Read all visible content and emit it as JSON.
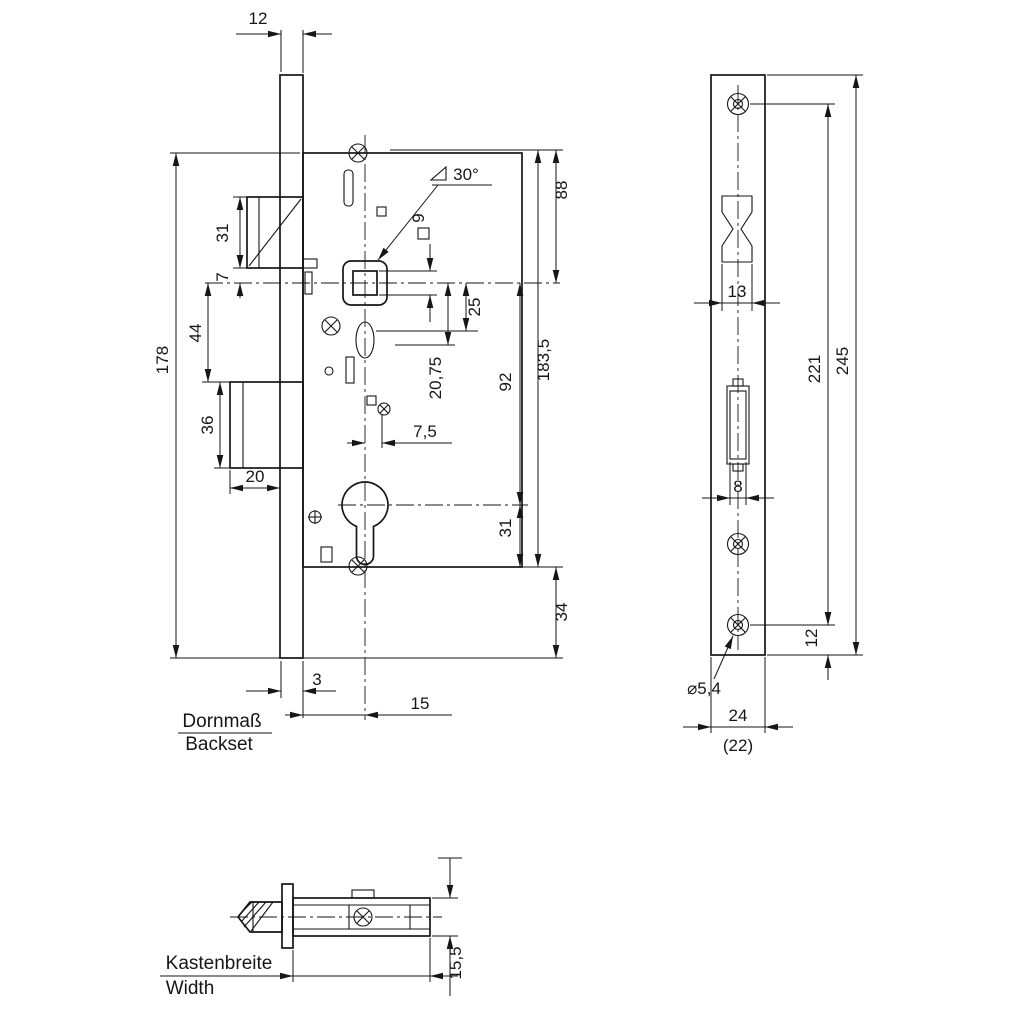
{
  "front_view": {
    "dim_12": "12",
    "dim_31_left": "31",
    "dim_7": "7",
    "dim_44": "44",
    "dim_36": "36",
    "dim_178": "178",
    "dim_20": "20",
    "dim_angle": "30°",
    "dim_square9": "9",
    "dim_88": "88",
    "dim_25": "25",
    "dim_2075": "20,75",
    "dim_92": "92",
    "dim_1835": "183,5",
    "dim_31_right": "31",
    "dim_34": "34",
    "dim_75": "7,5",
    "dim_3": "3",
    "dim_15": "15",
    "label_backset_de": "Dornmaß",
    "label_backset_en": "Backset"
  },
  "plate_view": {
    "dim_13": "13",
    "dim_221": "221",
    "dim_245": "245",
    "dim_8": "8",
    "dim_12": "12",
    "dim_dia": "⌀5,4",
    "dim_24": "24",
    "dim_22": "(22)"
  },
  "side_view": {
    "dim_155": "15,5",
    "label_width_de": "Kastenbreite",
    "label_width_en": "Width"
  }
}
